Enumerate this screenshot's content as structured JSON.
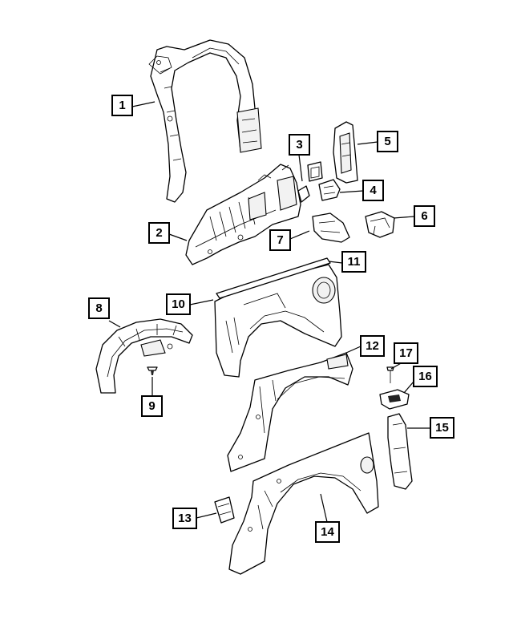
{
  "callouts": [
    {
      "label": "1"
    },
    {
      "label": "2"
    },
    {
      "label": "3"
    },
    {
      "label": "4"
    },
    {
      "label": "5"
    },
    {
      "label": "6"
    },
    {
      "label": "7"
    },
    {
      "label": "8"
    },
    {
      "label": "9"
    },
    {
      "label": "10"
    },
    {
      "label": "11"
    },
    {
      "label": "12"
    },
    {
      "label": "13"
    },
    {
      "label": "14"
    },
    {
      "label": "15"
    },
    {
      "label": "16"
    },
    {
      "label": "17"
    }
  ]
}
